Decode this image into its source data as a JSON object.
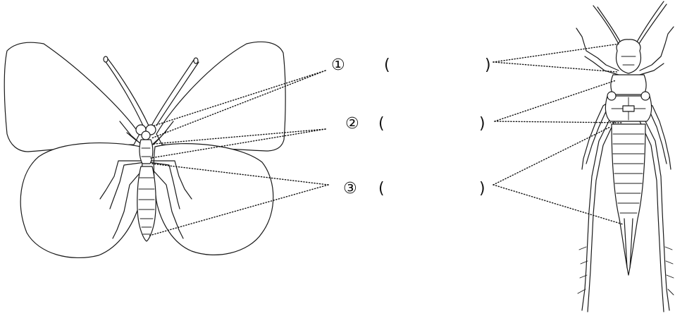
{
  "labels": [
    {
      "number": "①",
      "open": "(",
      "close": ")"
    },
    {
      "number": "②",
      "open": "(",
      "close": ")"
    },
    {
      "number": "③",
      "open": "(",
      "close": ")"
    }
  ],
  "icons": [
    "butterfly-illustration",
    "grasshopper-illustration"
  ]
}
